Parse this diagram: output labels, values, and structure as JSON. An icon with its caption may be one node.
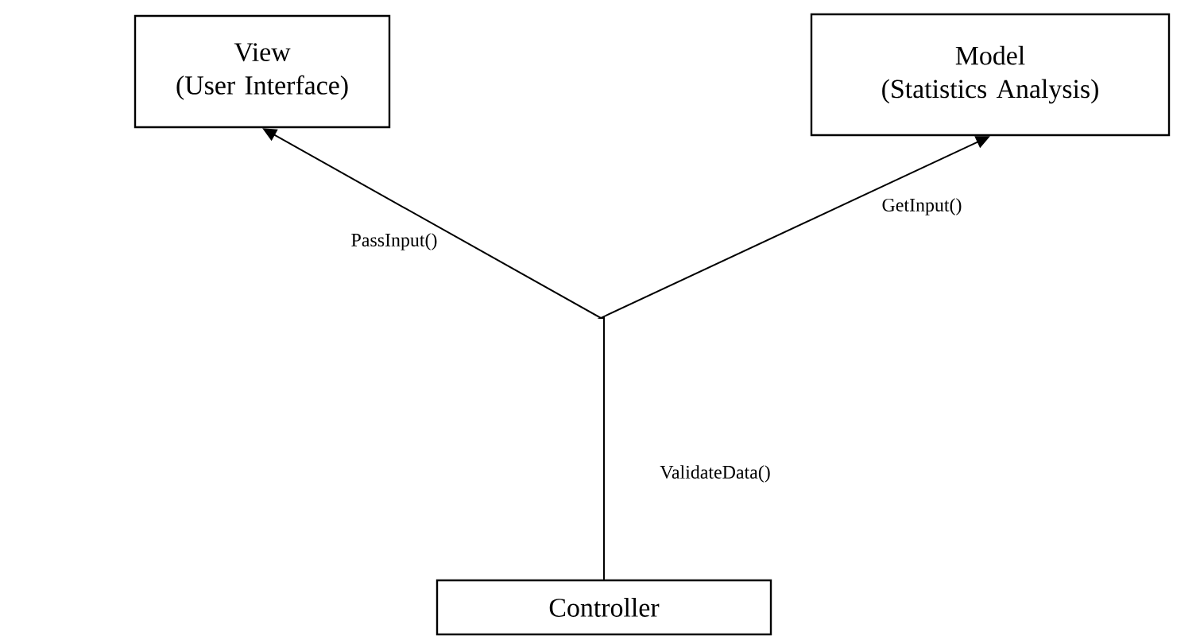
{
  "diagram": {
    "nodes": [
      {
        "text": [
          "View",
          "(User Interface)"
        ]
      },
      {
        "text": [
          "Model",
          "(Statistics Analysis)"
        ]
      },
      {
        "text": [
          "Controller"
        ]
      }
    ],
    "edges": [
      {
        "from": 2,
        "to": 0,
        "arrow": "to",
        "label": "PassInput()"
      },
      {
        "from": 2,
        "to": 1,
        "arrow": "to",
        "label": "GetInput()"
      }
    ],
    "labels": [
      "ValidateData()"
    ]
  }
}
